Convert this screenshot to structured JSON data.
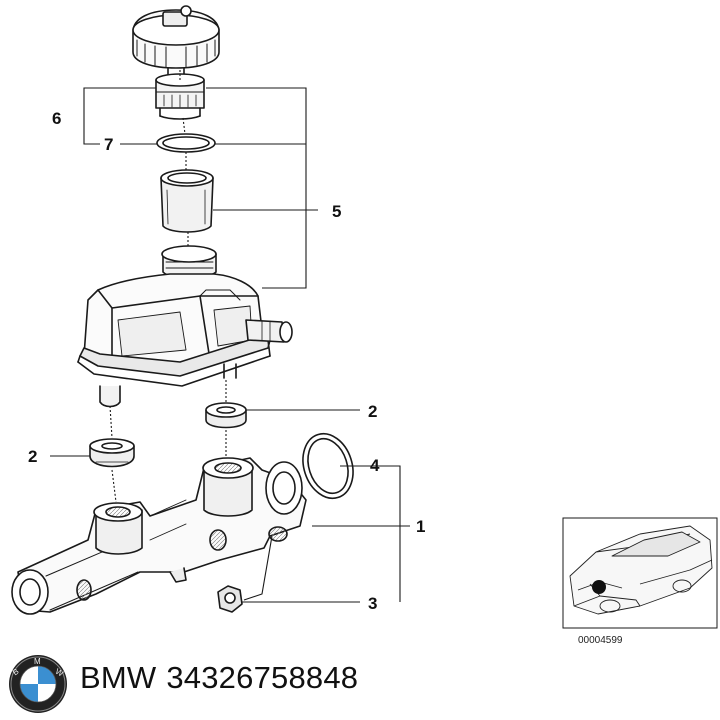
{
  "callouts": {
    "c1": "1",
    "c2a": "2",
    "c2b": "2",
    "c3": "3",
    "c4": "4",
    "c5": "5",
    "c6": "6",
    "c7": "7"
  },
  "inset": {
    "ref_number": "00004599"
  },
  "footer": {
    "brand": "BMW",
    "part_number": "34326758848"
  },
  "colors": {
    "line": "#1a1a1a",
    "shade": "#cfcfcf",
    "background": "#ffffff"
  },
  "icons": {
    "brand_logo": "bmw-roundel-logo"
  }
}
